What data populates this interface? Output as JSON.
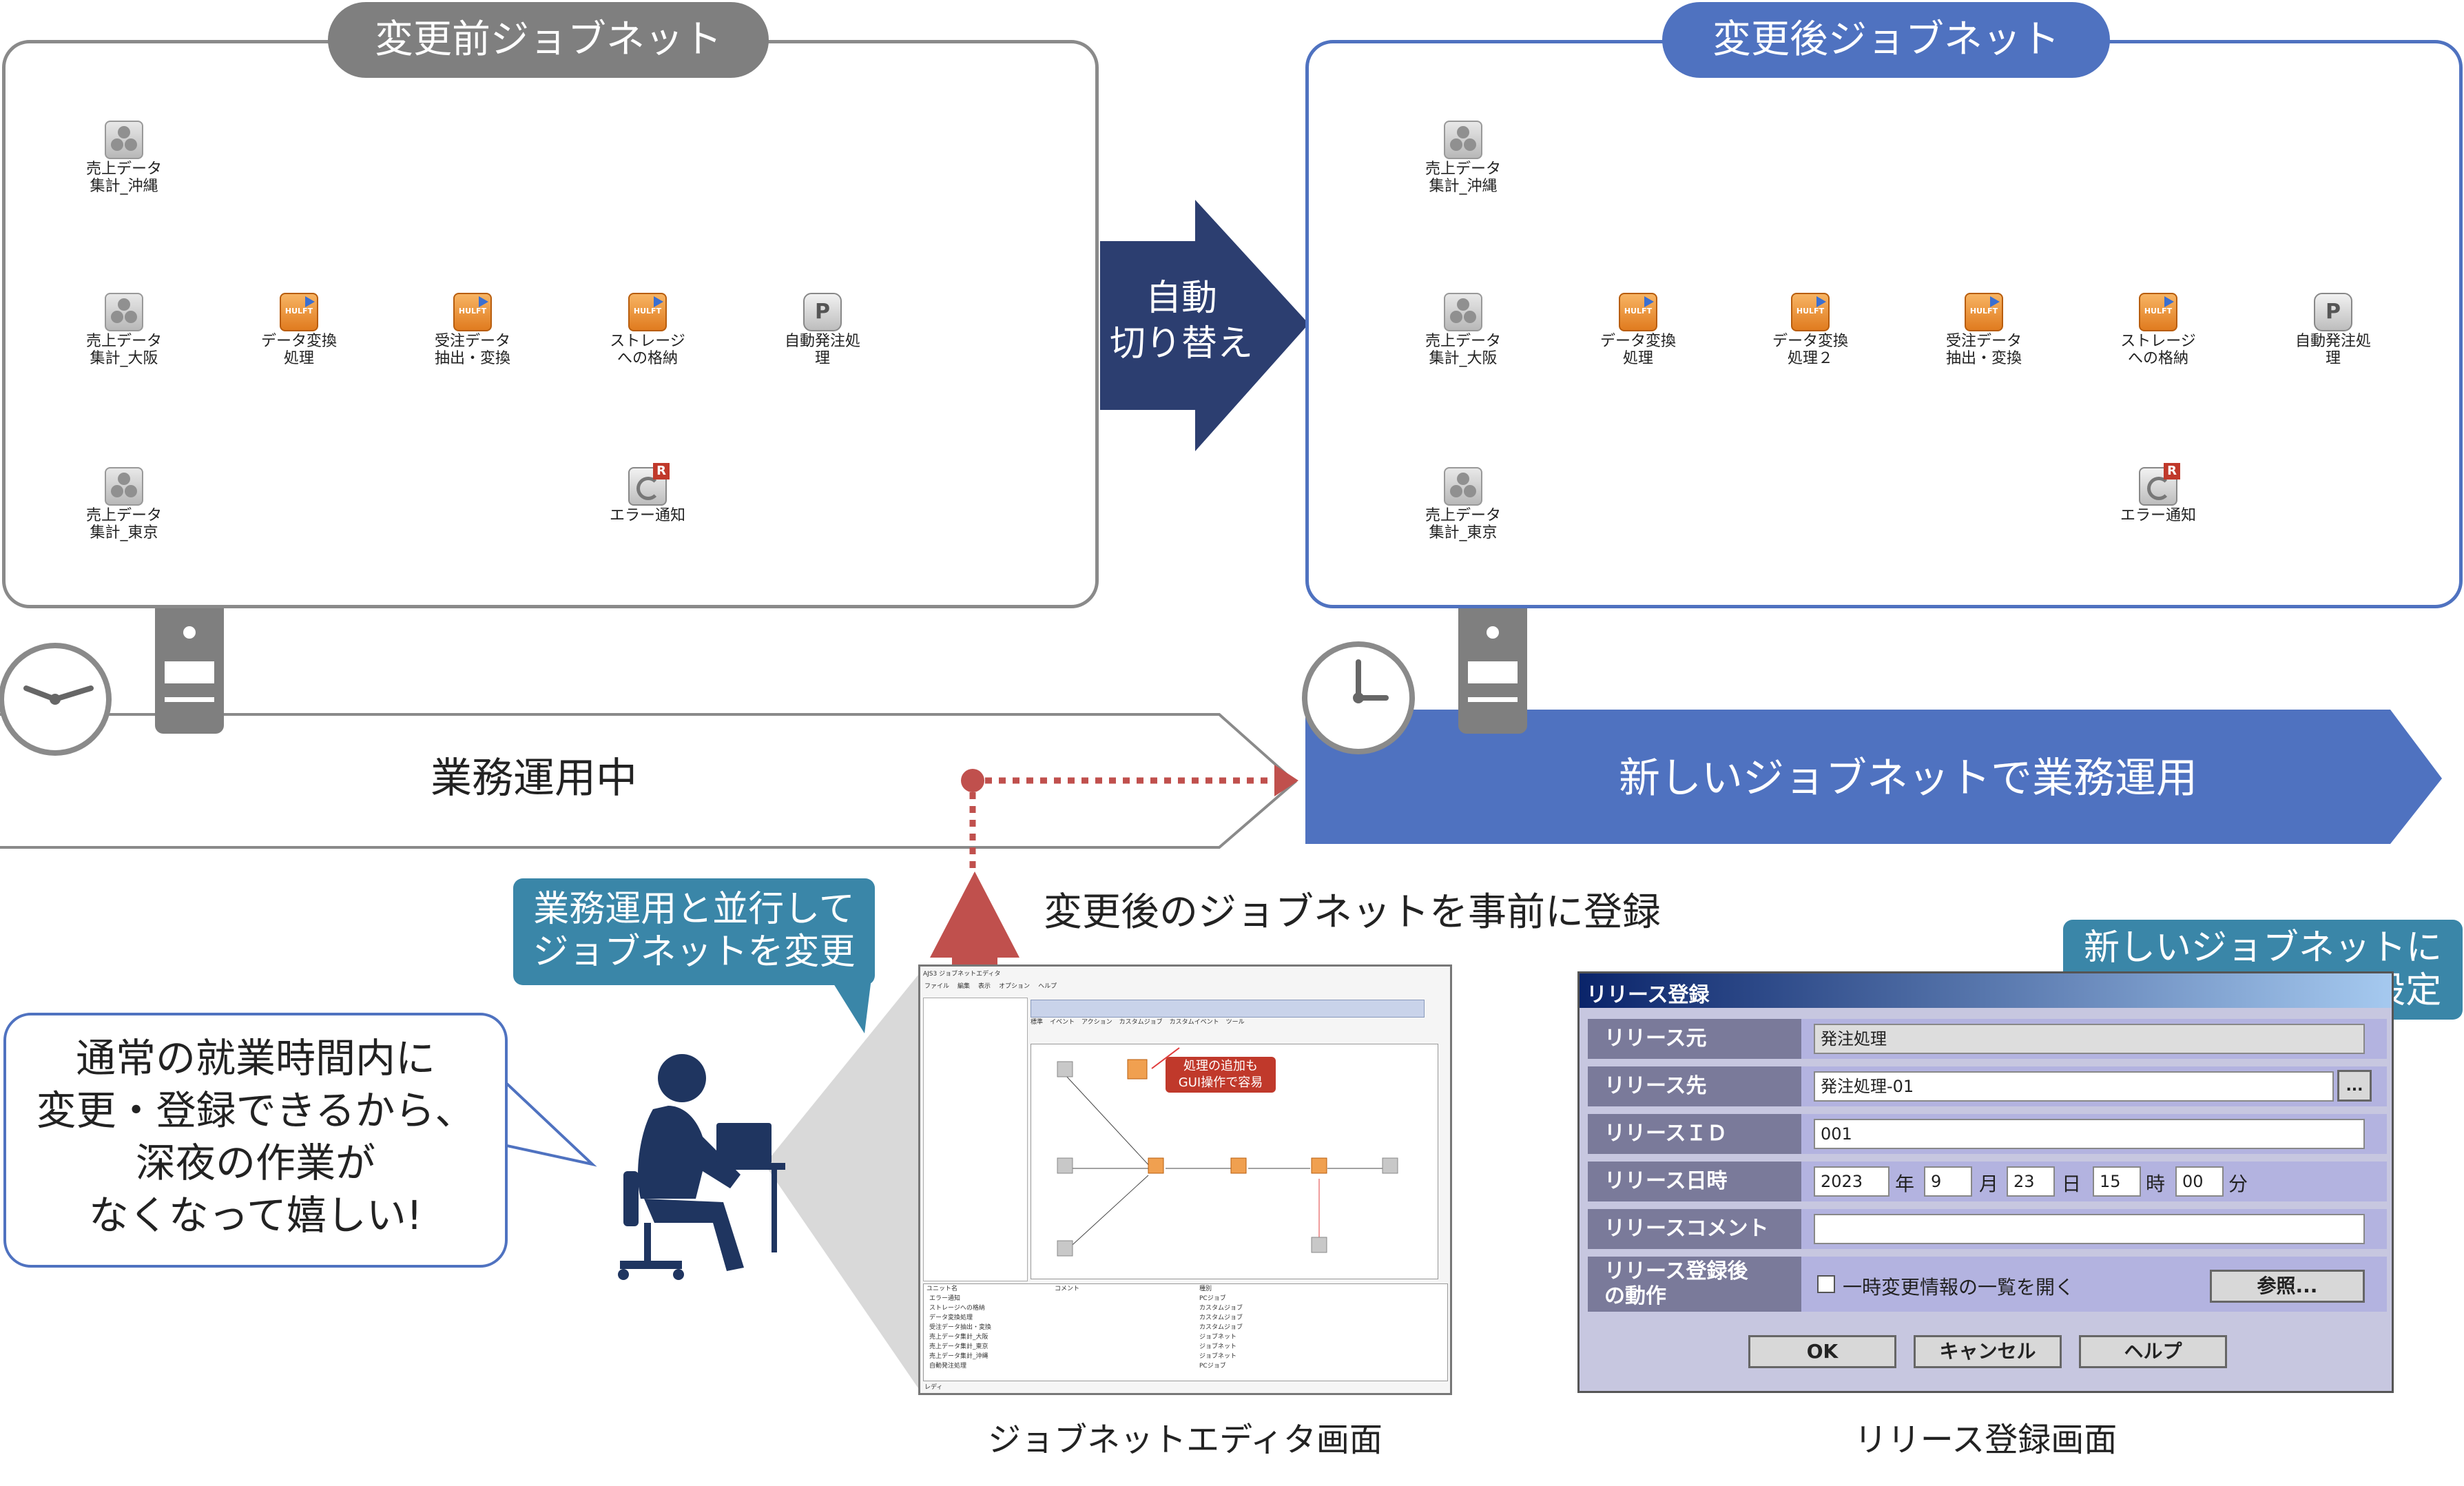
{
  "before": {
    "title": "変更前ジョブネット",
    "nodes": {
      "okinawa": "売上データ\n集計_沖縄",
      "osaka": "売上データ\n集計_大阪",
      "tokyo": "売上データ\n集計_東京",
      "transform": "データ変換\n処理",
      "order": "受注データ\n抽出・変換",
      "storage": "ストレージ\nへの格納",
      "auto": "自動発注処\n理",
      "error": "エラー通知"
    }
  },
  "after": {
    "title": "変更後ジョブネット",
    "nodes": {
      "okinawa": "売上データ\n集計_沖縄",
      "osaka": "売上データ\n集計_大阪",
      "tokyo": "売上データ\n集計_東京",
      "transform": "データ変換\n処理",
      "transform2": "データ変換\n処理２",
      "order": "受注データ\n抽出・変換",
      "storage": "ストレージ\nへの格納",
      "auto": "自動発注処\n理",
      "error": "エラー通知"
    }
  },
  "switch_arrow": "自動\n切り替え",
  "timeline": {
    "current": "業務運用中",
    "new": "新しいジョブネットで業務運用"
  },
  "register_label": "変更後のジョブネットを事前に登録",
  "callout_parallel": "業務運用と並行して\nジョブネットを変更",
  "user_bubble": "通常の就業時間内に\n変更・登録できるから、\n深夜の作業が\nなくなって嬉しい!",
  "callout_datetime": "新しいジョブネットに\n切り替える日時を設定",
  "editor": {
    "caption": "ジョブネットエディタ画面",
    "titlebar": "AJS3  ジョブネットエディタ",
    "menu": [
      "ファイル",
      "編集",
      "表示",
      "オプション",
      "ヘルプ"
    ],
    "tabs": [
      "標準",
      "イベント",
      "アクション",
      "カスタムジョブ",
      "カスタムイベント",
      "ツール"
    ],
    "callout": "処理の追加も\nGUI操作で容易",
    "list_header": [
      "ユニット名",
      "コメント",
      "種別"
    ],
    "list_rows": [
      [
        "エラー通知",
        "PCジョブ"
      ],
      [
        "ストレージへの格納",
        "カスタムジョブ"
      ],
      [
        "データ変換処理",
        "カスタムジョブ"
      ],
      [
        "受注データ抽出・変換",
        "カスタムジョブ"
      ],
      [
        "売上データ集計_大阪",
        "ジョブネット"
      ],
      [
        "売上データ集計_東京",
        "ジョブネット"
      ],
      [
        "売上データ集計_沖縄",
        "ジョブネット"
      ],
      [
        "自動発注処理",
        "PCジョブ"
      ]
    ],
    "status": "レディ"
  },
  "release": {
    "caption": "リリース登録画面",
    "title": "リリース登録",
    "rows": {
      "source_label": "リリース元",
      "source_value": "発注処理",
      "target_label": "リリース先",
      "target_value": "発注処理-01",
      "id_label": "リリースＩＤ",
      "id_value": "001",
      "datetime_label": "リリース日時",
      "year": "2023",
      "month": "9",
      "day": "23",
      "hour": "15",
      "minute": "00",
      "year_unit": "年",
      "month_unit": "月",
      "day_unit": "日",
      "hour_unit": "時",
      "minute_unit": "分",
      "comment_label": "リリースコメント",
      "after_label": "リリース登録後\nの動作",
      "checkbox_label": "一時変更情報の一覧を開く",
      "browse_button": "参照...",
      "ellipsis_button": "..."
    },
    "buttons": {
      "ok": "OK",
      "cancel": "キャンセル",
      "help": "ヘルプ"
    }
  },
  "colors": {
    "before_border": "#8a8a8a",
    "after_border": "#4f72c0",
    "arrow_navy": "#2c3e70",
    "new_band": "#4f72c0",
    "register_arrow": "#c0504d",
    "callout_teal": "#3a86a8",
    "person": "#1f3560"
  }
}
